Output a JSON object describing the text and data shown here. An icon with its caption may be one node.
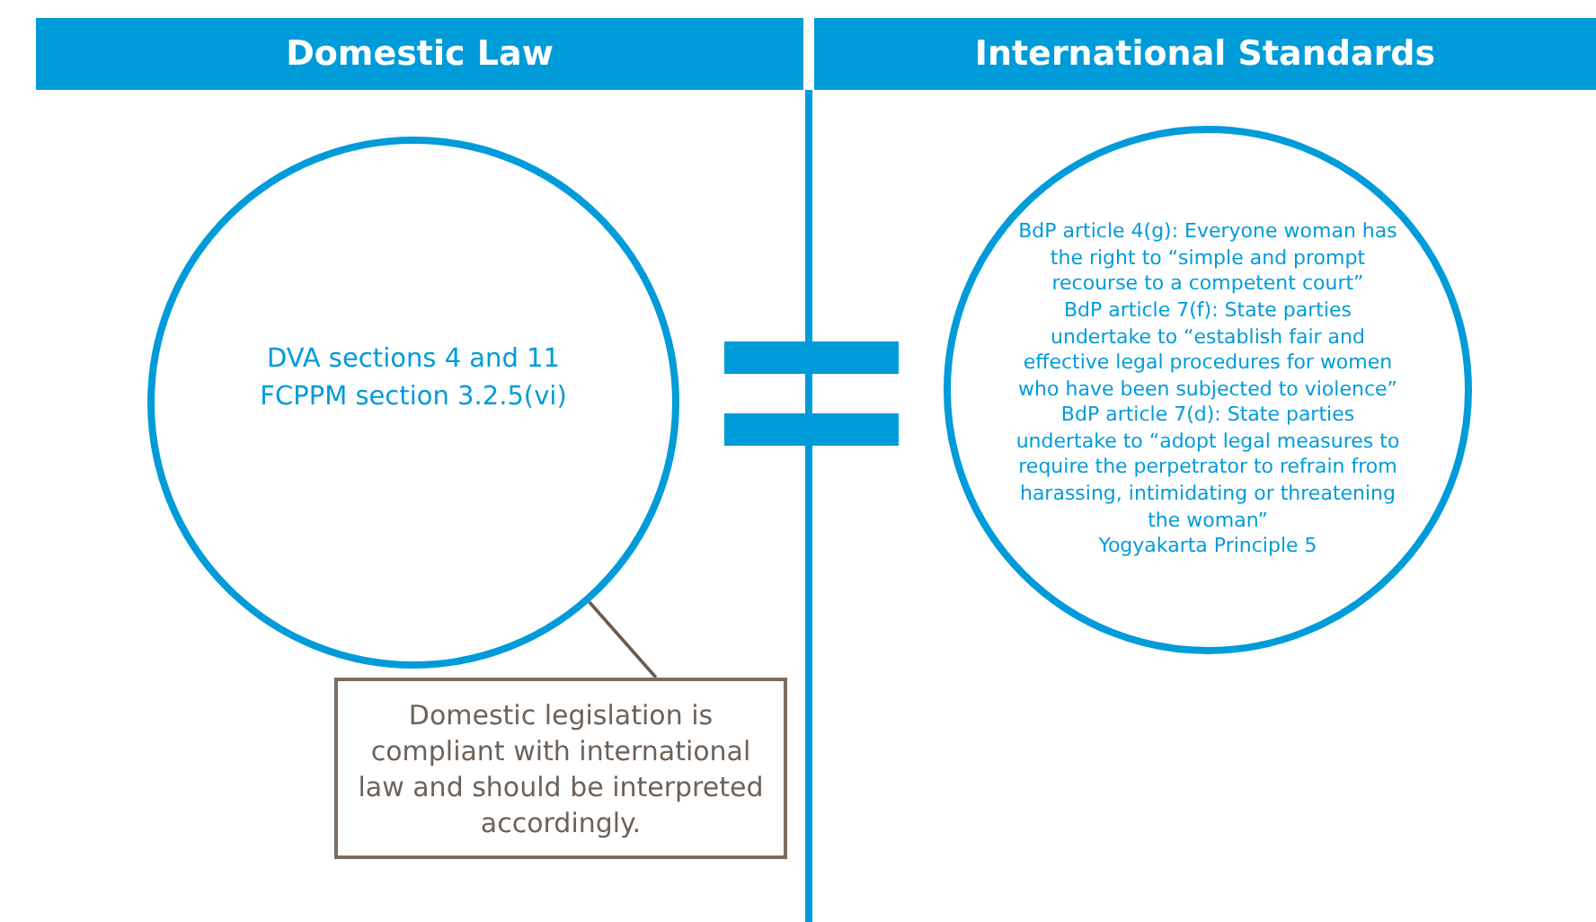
{
  "diagram": {
    "nodes": [
      {
        "text": [
          "Domestic Law"
        ]
      },
      {
        "text": [
          "International Standards"
        ]
      },
      {
        "text": [
          "DVA sections 4 and 11",
          "FCPPM section 3.2.5(vi)"
        ]
      },
      {
        "text": [
          "BdP article 4(g): Everyone woman has the right to “simple and prompt recourse to a competent court”",
          "BdP article 7(f): State parties undertake to “establish fair and effective legal procedures for women who have been subjected to violence”",
          "BdP article 7(d): State parties undertake to “adopt legal measures to require the perpetrator to refrain from harassing, intimidating or threatening the woman”",
          "Yogyakarta Principle 5"
        ]
      },
      {
        "text": [
          "Domestic legislation is compliant with international law and should be interpreted accordingly."
        ]
      }
    ],
    "edges": [
      {
        "from": 4,
        "to": 2,
        "arrow": "none"
      }
    ]
  }
}
